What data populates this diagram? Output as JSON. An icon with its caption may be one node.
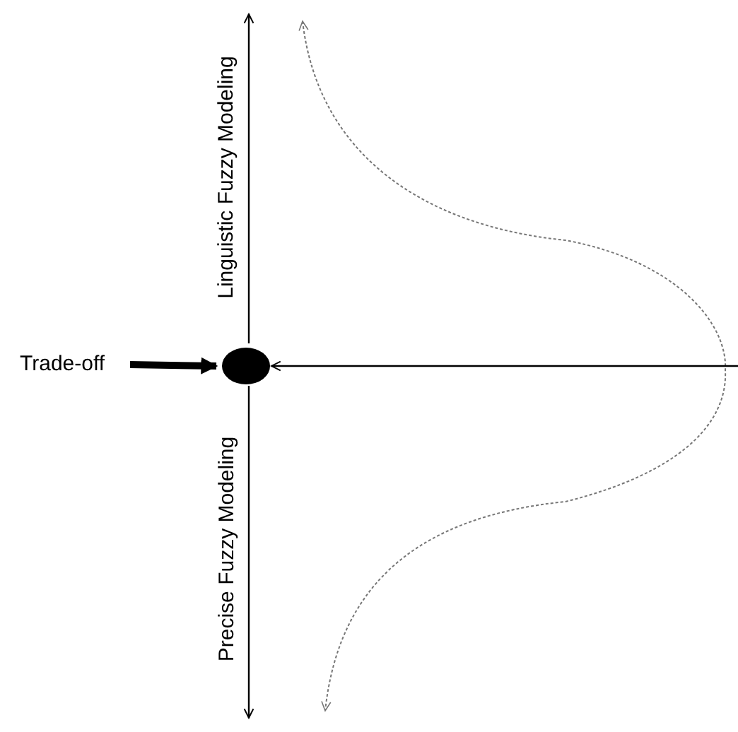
{
  "diagram": {
    "nodes": [
      {
        "text": [
          "Trade-off"
        ]
      },
      {
        "text": [],
        "shape": "circle"
      }
    ],
    "edges": [
      {
        "from": 0,
        "to": 1,
        "arrow": "to",
        "style": "thick"
      },
      {
        "from": null,
        "to": 1,
        "arrow": "to"
      }
    ],
    "labels": [
      "Linguistic Fuzzy Modeling",
      "Precise Fuzzy Modeling"
    ]
  }
}
